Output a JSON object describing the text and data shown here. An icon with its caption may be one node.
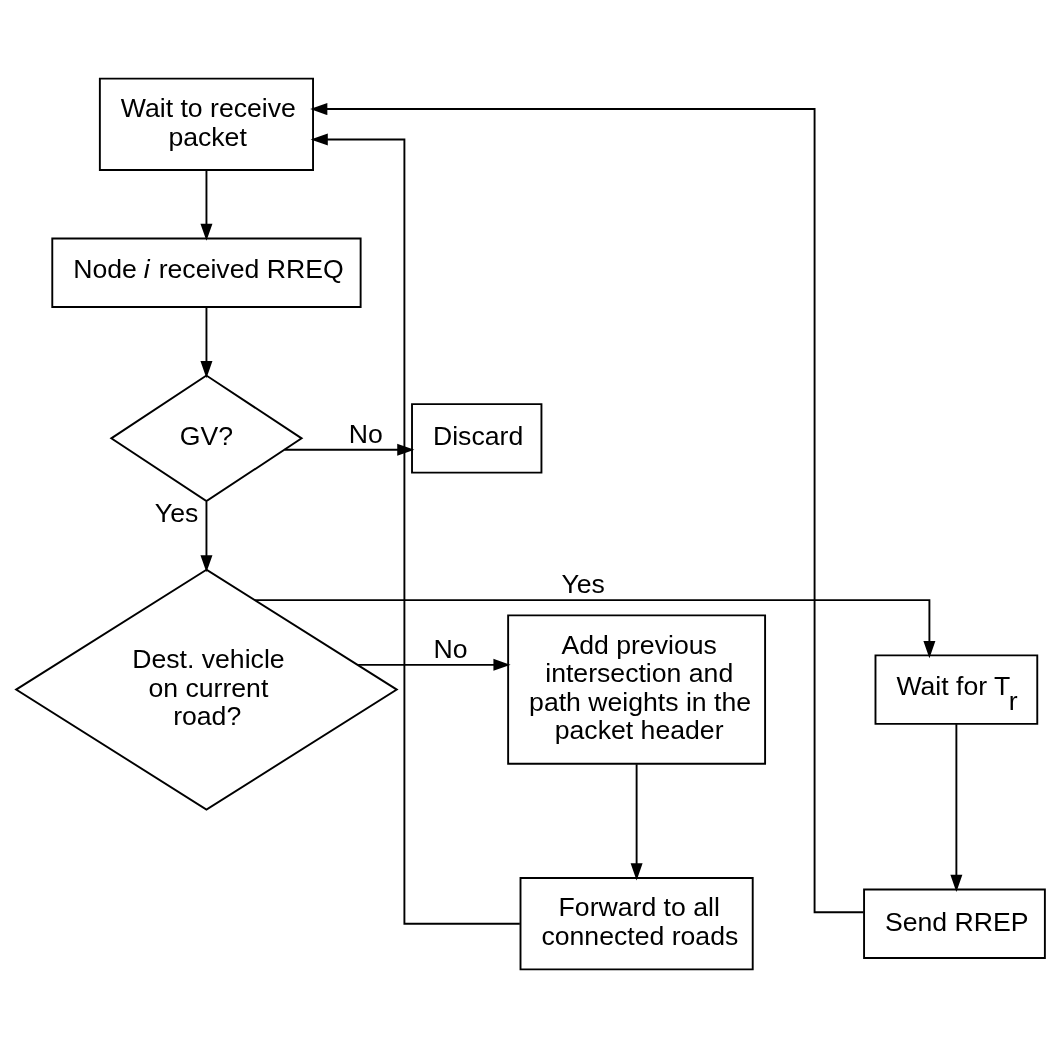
{
  "diagram": {
    "nodes": [
      {
        "text": [
          "Wait to receive packet"
        ]
      },
      {
        "text": [
          "Node *i* received RREQ"
        ]
      },
      {
        "text": [
          "GV?"
        ]
      },
      {
        "text": [
          "Discard"
        ]
      },
      {
        "text": [
          "Dest. vehicle on current road?"
        ]
      },
      {
        "text": [
          "Add previous intersection and path weights in the packet header"
        ]
      },
      {
        "text": [
          "Wait for T$_{r}$"
        ]
      },
      {
        "text": [
          "Forward to all connected roads"
        ]
      },
      {
        "text": [
          "Send RREP"
        ]
      }
    ],
    "edges": [
      {
        "from": 0,
        "to": 1,
        "arrow": "to"
      },
      {
        "from": 1,
        "to": 2,
        "arrow": "to"
      },
      {
        "from": 2,
        "to": 3,
        "arrow": "to",
        "label": "No"
      },
      {
        "from": 2,
        "to": 4,
        "arrow": "to",
        "label": "Yes"
      },
      {
        "from": 4,
        "to": 5,
        "arrow": "to",
        "label": "No"
      },
      {
        "from": 4,
        "to": 6,
        "arrow": "to",
        "label": "Yes"
      },
      {
        "from": 5,
        "to": 7,
        "arrow": "to"
      },
      {
        "from": 6,
        "to": 8,
        "arrow": "to"
      },
      {
        "from": 7,
        "to": 0,
        "arrow": "to"
      },
      {
        "from": 8,
        "to": 0,
        "arrow": "to"
      }
    ]
  }
}
